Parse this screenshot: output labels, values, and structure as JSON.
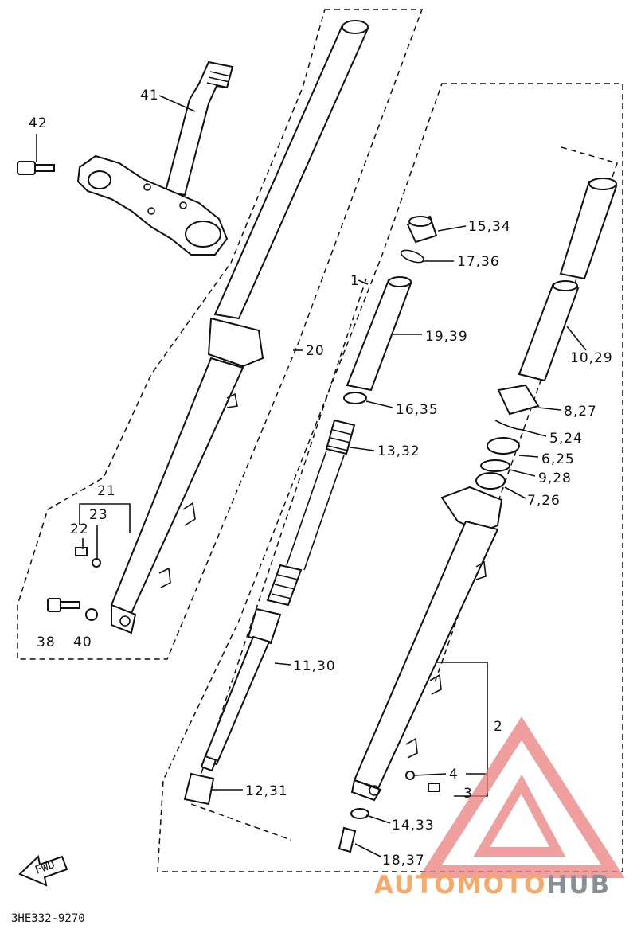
{
  "diagram": {
    "code": "3HE332-9270",
    "fwd_label": "FWD",
    "callouts": {
      "c41": "41",
      "c42": "42",
      "c21": "21",
      "c23": "23",
      "c22": "22",
      "c38": "38",
      "c40": "40",
      "c20": "20",
      "c1": "1",
      "c15": "15,34",
      "c17": "17,36",
      "c19": "19,39",
      "c16": "16,35",
      "c13": "13,32",
      "c11": "11,30",
      "c12": "12,31",
      "c14": "14,33",
      "c18": "18,37",
      "c10": "10,29",
      "c8": "8,27",
      "c5": "5,24",
      "c6": "6,25",
      "c9": "9,28",
      "c7": "7,26",
      "c2": "2",
      "c4": "4",
      "c3": "3"
    }
  },
  "watermark": {
    "part1": "AUTO",
    "part2": "MOTO",
    "part3": "HUB",
    "color_auto": "#f5a96a",
    "color_moto": "#f5a96a",
    "color_hub": "#8a8f96",
    "triangle_color": "#ec7f7f"
  }
}
